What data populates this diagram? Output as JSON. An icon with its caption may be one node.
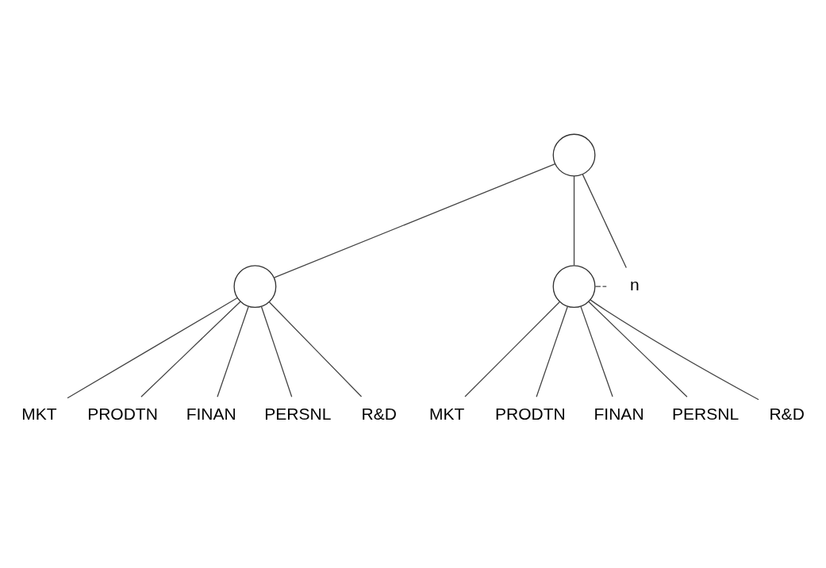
{
  "diagram": {
    "nodes": [
      {
        "text": [],
        "shape": "circle"
      },
      {
        "text": [],
        "shape": "circle"
      },
      {
        "text": [],
        "shape": "circle"
      },
      {
        "text": [
          "n"
        ]
      },
      {
        "text": [
          "MKT"
        ]
      },
      {
        "text": [
          "PRODTN"
        ]
      },
      {
        "text": [
          "FINAN"
        ]
      },
      {
        "text": [
          "PERSNL"
        ]
      },
      {
        "text": [
          "R&D"
        ]
      },
      {
        "text": [
          "MKT"
        ]
      },
      {
        "text": [
          "PRODTN"
        ]
      },
      {
        "text": [
          "FINAN"
        ]
      },
      {
        "text": [
          "PERSNL"
        ]
      },
      {
        "text": [
          "R&D"
        ]
      }
    ],
    "edges": [
      {
        "from": 0,
        "to": 1,
        "arrow": "none"
      },
      {
        "from": 0,
        "to": 2,
        "arrow": "none"
      },
      {
        "from": 0,
        "to": 3,
        "arrow": "none"
      },
      {
        "from": 1,
        "to": 4,
        "arrow": "none"
      },
      {
        "from": 1,
        "to": 5,
        "arrow": "none"
      },
      {
        "from": 1,
        "to": 6,
        "arrow": "none"
      },
      {
        "from": 1,
        "to": 7,
        "arrow": "none"
      },
      {
        "from": 1,
        "to": 8,
        "arrow": "none"
      },
      {
        "from": 2,
        "to": 9,
        "arrow": "none"
      },
      {
        "from": 2,
        "to": 10,
        "arrow": "none"
      },
      {
        "from": 2,
        "to": 11,
        "arrow": "none"
      },
      {
        "from": 2,
        "to": 12,
        "arrow": "none"
      },
      {
        "from": 2,
        "to": 13,
        "arrow": "none"
      },
      {
        "from": 2,
        "to": 3,
        "arrow": "none",
        "style": "dashed"
      }
    ]
  }
}
